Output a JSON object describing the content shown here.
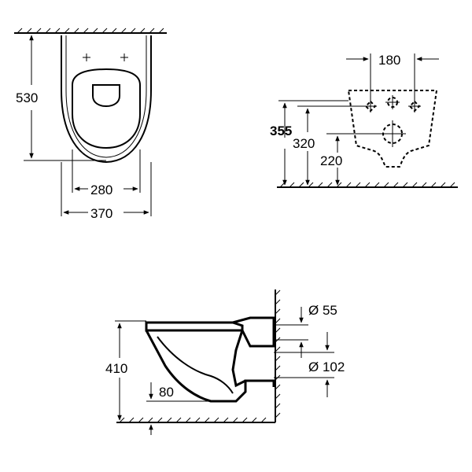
{
  "top_view": {
    "height_label": "530",
    "inner_width_label": "280",
    "outer_width_label": "370"
  },
  "front_view": {
    "hole_spacing_label": "180",
    "mount_height_bold_label": "355",
    "mount_height_label": "320",
    "bottom_hole_height_label": "220"
  },
  "side_view": {
    "height_label": "410",
    "bottom_clearance_label": "80",
    "inlet_diameter_label": "Ø 55",
    "outlet_diameter_label": "Ø 102"
  }
}
